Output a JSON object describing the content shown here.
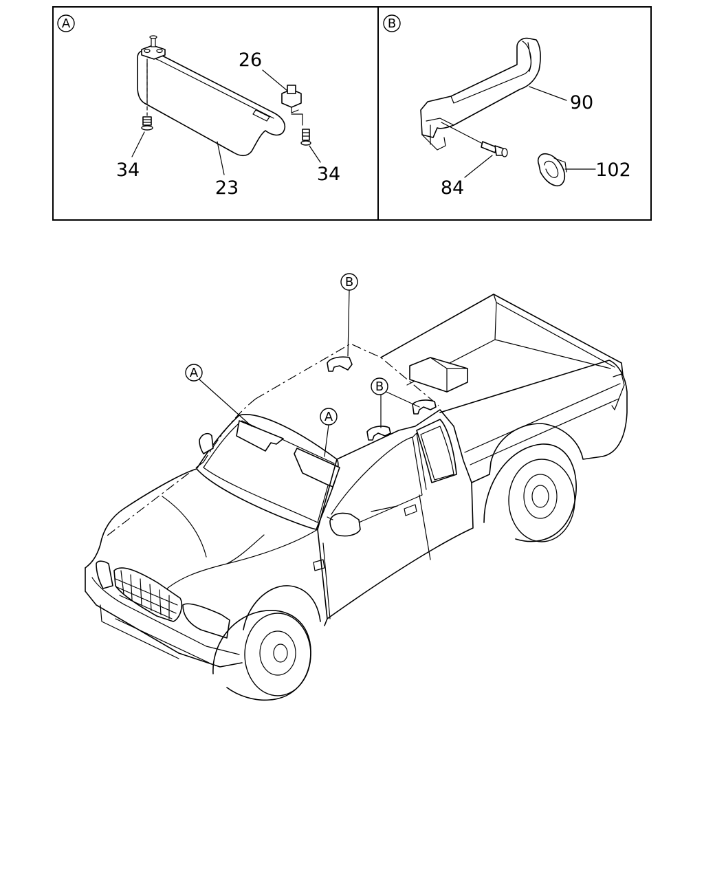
{
  "panels": {
    "a": {
      "letter": "A"
    },
    "b": {
      "letter": "B"
    }
  },
  "callouts": {
    "sun_visor": "23",
    "visor_clip": "26",
    "screw_left": "34",
    "screw_right": "34",
    "bolt": "84",
    "assist_grip": "90",
    "cover_clip": "102"
  },
  "vehicle_markers": {
    "roof_b": "B",
    "left_a": "A",
    "right_a": "A",
    "rear_b": "B"
  }
}
